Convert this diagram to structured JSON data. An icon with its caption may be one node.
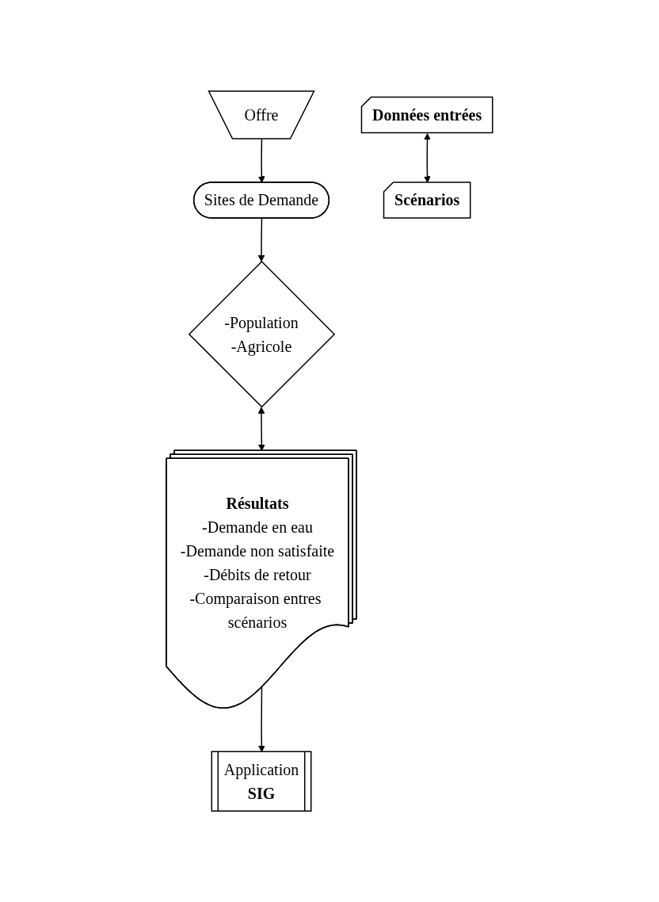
{
  "diagram": {
    "nodes": [
      {
        "text": [
          "Offre"
        ]
      },
      {
        "text": [
          "Sites de Demande"
        ]
      },
      {
        "text": [
          "-Population",
          "-Agricole"
        ]
      },
      {
        "text": [
          "Données entrées"
        ]
      },
      {
        "text": [
          "Scénarios"
        ]
      },
      {
        "text": [
          "Résultats",
          "-Demande en eau",
          "-Demande non satisfaite",
          "-Débits de retour",
          "-Comparaison entres scénarios"
        ]
      },
      {
        "text": [
          "Application",
          "SIG"
        ]
      }
    ],
    "edges": [
      {
        "from": 0,
        "to": 1,
        "arrow": "to"
      },
      {
        "from": 1,
        "to": 2,
        "arrow": "to"
      },
      {
        "from": 2,
        "to": 5,
        "arrow": "both"
      },
      {
        "from": 3,
        "to": 4,
        "arrow": "both"
      },
      {
        "from": 5,
        "to": 6,
        "arrow": "to"
      }
    ]
  }
}
